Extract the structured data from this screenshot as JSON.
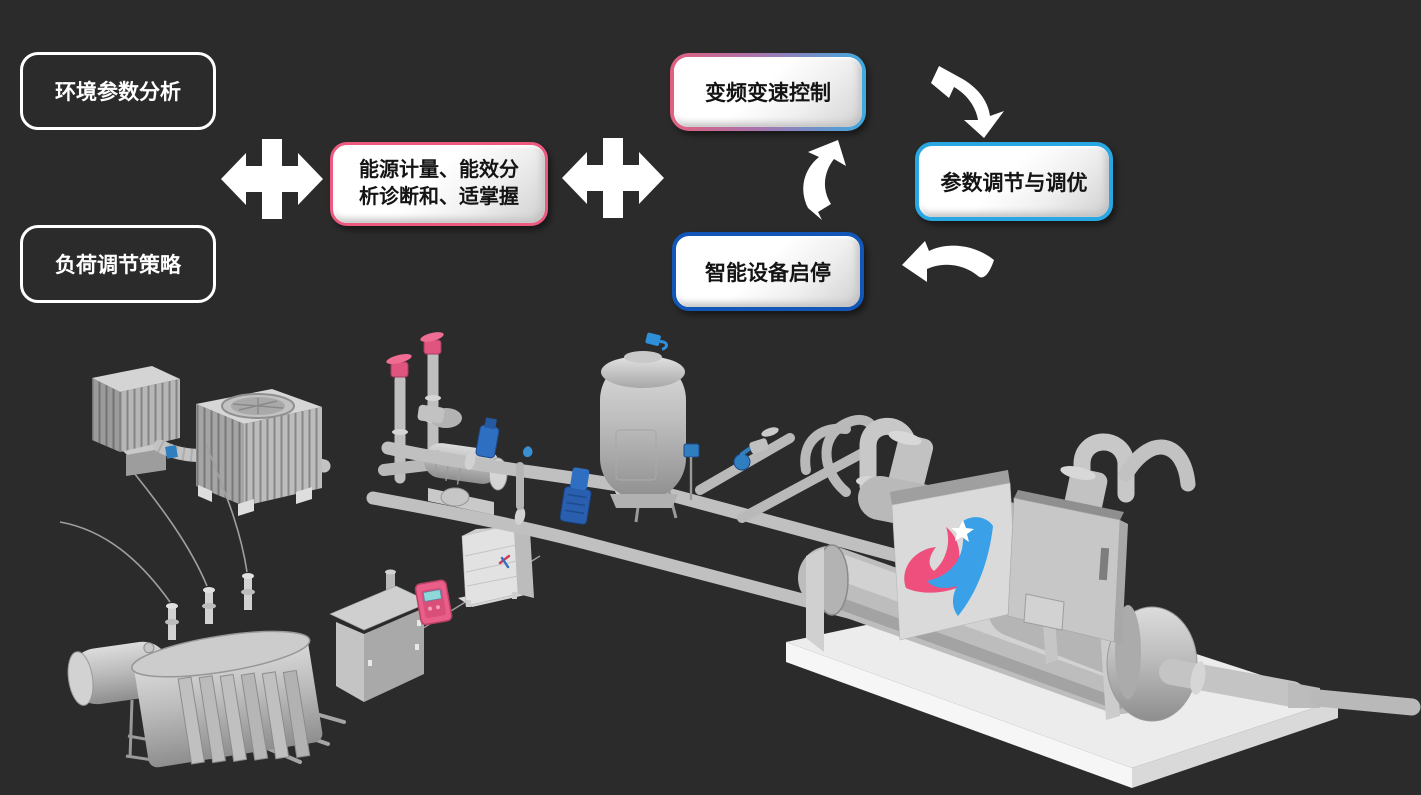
{
  "canvas": {
    "background": "#2b2b2b"
  },
  "diagram": {
    "boxes": {
      "env": {
        "label": "环境参数分析"
      },
      "load": {
        "label": "负荷调节策略"
      },
      "energy": {
        "label": "能源计量、能效分\n析诊断和、适掌握"
      },
      "vfd": {
        "label": "变频变速控制"
      },
      "tune": {
        "label": "参数调节与调优"
      },
      "startstop": {
        "label": "智能设备启停"
      }
    },
    "colors": {
      "background": "#2b2b2b",
      "outline_box_border": "#ffffff",
      "pink_border": "#ec5a7f",
      "gradient_border_left": "#e2607f",
      "gradient_border_right": "#3fa9e0",
      "light_blue_border": "#29a7e2",
      "dark_blue_border": "#1257b8",
      "arrow": "#ffffff",
      "logo_pink": "#ee4f7d",
      "logo_blue": "#3aa0e8"
    },
    "icons": [
      {
        "id": "cross-arrow-left",
        "meaning": "bidirectional-exchange-arrow"
      },
      {
        "id": "cross-arrow-right",
        "meaning": "bidirectional-exchange-arrow"
      },
      {
        "id": "curve-arrow-down-right",
        "meaning": "cycle-step-arrow"
      },
      {
        "id": "curve-arrow-left",
        "meaning": "cycle-step-arrow"
      },
      {
        "id": "curve-arrow-up",
        "meaning": "cycle-step-arrow"
      }
    ]
  },
  "equipment": {
    "items": [
      {
        "id": "rooftop-cooling-units"
      },
      {
        "id": "power-transformer"
      },
      {
        "id": "outdoor-junction-box"
      },
      {
        "id": "handheld-meter"
      },
      {
        "id": "control-cabinet"
      },
      {
        "id": "pump-and-piping"
      },
      {
        "id": "expansion-tank"
      },
      {
        "id": "water-cooled-chiller"
      }
    ]
  }
}
